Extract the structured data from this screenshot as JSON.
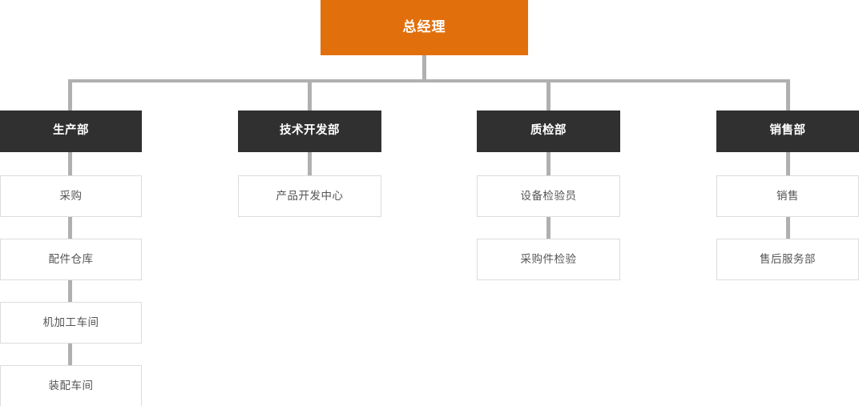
{
  "chart": {
    "type": "org-chart",
    "title": "",
    "colors": {
      "root_bg": "#e1700c",
      "root_text": "#ffffff",
      "dept_bg": "#303030",
      "dept_text": "#ffffff",
      "sub_bg": "#ffffff",
      "sub_text": "#555555",
      "sub_border": "#dcdcdc",
      "connector": "#b0b0b0",
      "page_bg": "#ffffff"
    },
    "root": {
      "label": "总经理"
    },
    "branches": [
      {
        "label": "生产部",
        "children": [
          {
            "label": "采购"
          },
          {
            "label": "配件仓库"
          },
          {
            "label": "机加工车间"
          },
          {
            "label": "装配车间"
          }
        ]
      },
      {
        "label": "技术开发部",
        "children": [
          {
            "label": "产品开发中心"
          }
        ]
      },
      {
        "label": "质检部",
        "children": [
          {
            "label": "设备检验员"
          },
          {
            "label": "采购件检验"
          }
        ]
      },
      {
        "label": "销售部",
        "children": [
          {
            "label": "销售"
          },
          {
            "label": "售后服务部"
          }
        ]
      }
    ]
  }
}
